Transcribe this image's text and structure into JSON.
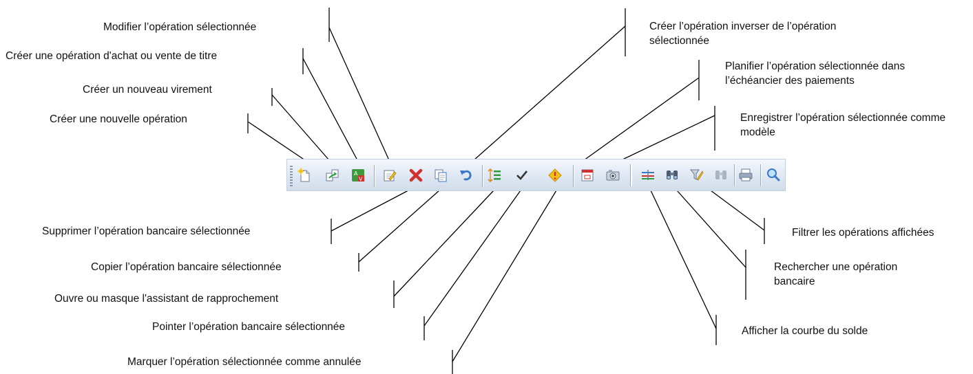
{
  "toolbar": {
    "buttons": [
      {
        "icon": "new-operation-icon",
        "tooltip": "Créer une nouvelle opération"
      },
      {
        "icon": "new-transfer-icon",
        "tooltip": "Créer un nouveau virement"
      },
      {
        "icon": "securities-operation-icon",
        "tooltip": "Créer une opération d'achat ou vente de titre"
      },
      {
        "icon": "edit-icon",
        "tooltip": "Modifier l’opération sélectionnée"
      },
      {
        "icon": "delete-icon",
        "tooltip": "Supprimer l’opération bancaire sélectionnée"
      },
      {
        "icon": "copy-icon",
        "tooltip": "Copier l’opération bancaire sélectionnée"
      },
      {
        "icon": "reverse-icon",
        "tooltip": "Créer l’opération inverser de l’opération sélectionnée"
      },
      {
        "icon": "reconcile-assistant-icon",
        "tooltip": "Ouvre ou masque l'assistant de rapprochement"
      },
      {
        "icon": "checkmark-icon",
        "tooltip": "Pointer l’opération bancaire sélectionnée"
      },
      {
        "icon": "cancel-mark-icon",
        "tooltip": "Marquer l’opération sélectionnée comme annulée"
      },
      {
        "icon": "calendar-icon",
        "tooltip": "Planifier l’opération sélectionnée dans l’échéancier des paiements"
      },
      {
        "icon": "camera-icon",
        "tooltip": "Enregistrer l’opération sélectionnée comme modèle"
      },
      {
        "icon": "balance-chart-icon",
        "tooltip": "Afficher la courbe du solde"
      },
      {
        "icon": "binoculars-icon",
        "tooltip": "Rechercher une opération bancaire"
      },
      {
        "icon": "filter-icon",
        "tooltip": "Filtrer les opérations affichées"
      },
      {
        "icon": "binoculars-disabled-icon",
        "tooltip": ""
      },
      {
        "icon": "print-icon",
        "tooltip": ""
      },
      {
        "icon": "zoom-icon",
        "tooltip": ""
      }
    ]
  },
  "callouts": {
    "modify": "Modifier l’opération sélectionnée",
    "buy_sell": "Créer une opération d'achat ou vente de titre",
    "new_transfer": "Créer un nouveau virement",
    "new_operation": "Créer une nouvelle opération",
    "delete": "Supprimer l’opération bancaire sélectionnée",
    "copy": "Copier l’opération bancaire sélectionnée",
    "reconcile": "Ouvre ou masque l'assistant de rapprochement",
    "point": "Pointer l’opération bancaire sélectionnée",
    "cancel": "Marquer l’opération sélectionnée comme annulée",
    "reverse": "Créer l’opération inverser de l’opération sélectionnée",
    "schedule": "Planifier l’opération sélectionnée dans l’échéancier des paiements",
    "template": "Enregistrer l’opération sélectionnée comme modèle",
    "filter": "Filtrer les opérations affichées",
    "search": "Rechercher une opération bancaire",
    "chart": "Afficher la courbe du solde"
  },
  "colors": {
    "toolbar_top": "#f4f7fc",
    "toolbar_bottom": "#d2ddec",
    "delete_red": "#d0312d",
    "reverse_blue": "#3a78c9",
    "securities_green": "#3c9a3c",
    "warning_yellow": "#f2c21b"
  }
}
